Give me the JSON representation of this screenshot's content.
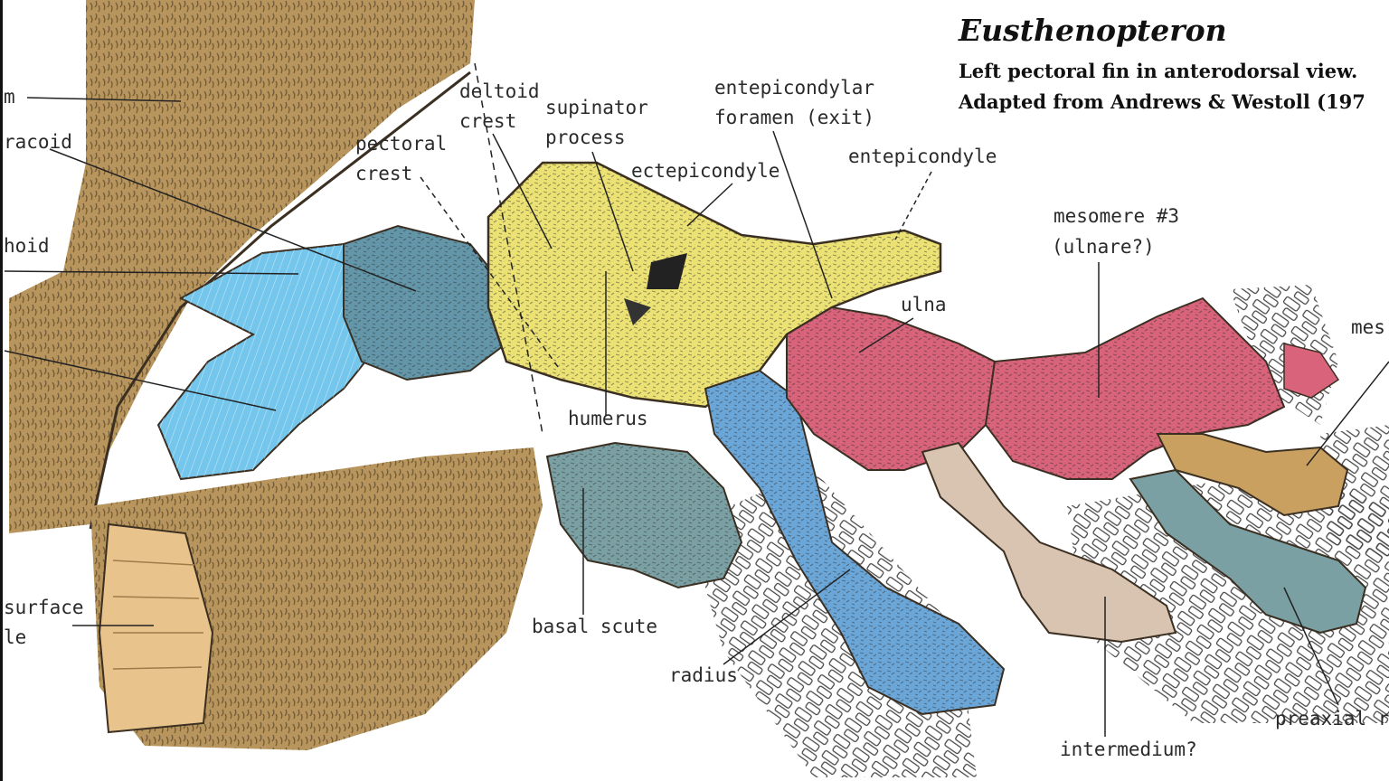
{
  "title": "Eusthenopteron",
  "subtitle_line1": "Left pectoral fin in anterodorsal view.",
  "subtitle_line2": "Adapted from Andrews & Westoll (197",
  "labels": {
    "m": "m",
    "racoid": "racoid",
    "hoid": "hoid",
    "surface": "surface",
    "le": "le",
    "deltoid_crest_1": "deltoid",
    "deltoid_crest_2": "crest",
    "pectoral_crest_1": "pectoral",
    "pectoral_crest_2": "crest",
    "supinator_1": "supinator",
    "supinator_2": "process",
    "ectepicondyle": "ectepicondyle",
    "entepicondylar_1": "entepicondylar",
    "entepicondylar_2": "foramen (exit)",
    "entepicondyle": "entepicondyle",
    "mesomere_1": "mesomere #3",
    "mesomere_2": "(ulnare?)",
    "mes": "mes",
    "ulna": "ulna",
    "humerus": "humerus",
    "basal_scute": "basal scute",
    "radius": "radius",
    "intermedium": "intermedium?",
    "preaxial": "preaxial rad"
  },
  "colors": {
    "girdle": "#b8955c",
    "girdle_light": "#e8c48c",
    "scapulocoracoid": "#74c6ec",
    "glenoid": "#6396a8",
    "humerus": "#ece273",
    "radius": "#6aa6d8",
    "ulna": "#d9637a",
    "intermedium": "#d8c4b0",
    "preaxial": "#7aa0a4",
    "outline": "#3b2f22"
  }
}
